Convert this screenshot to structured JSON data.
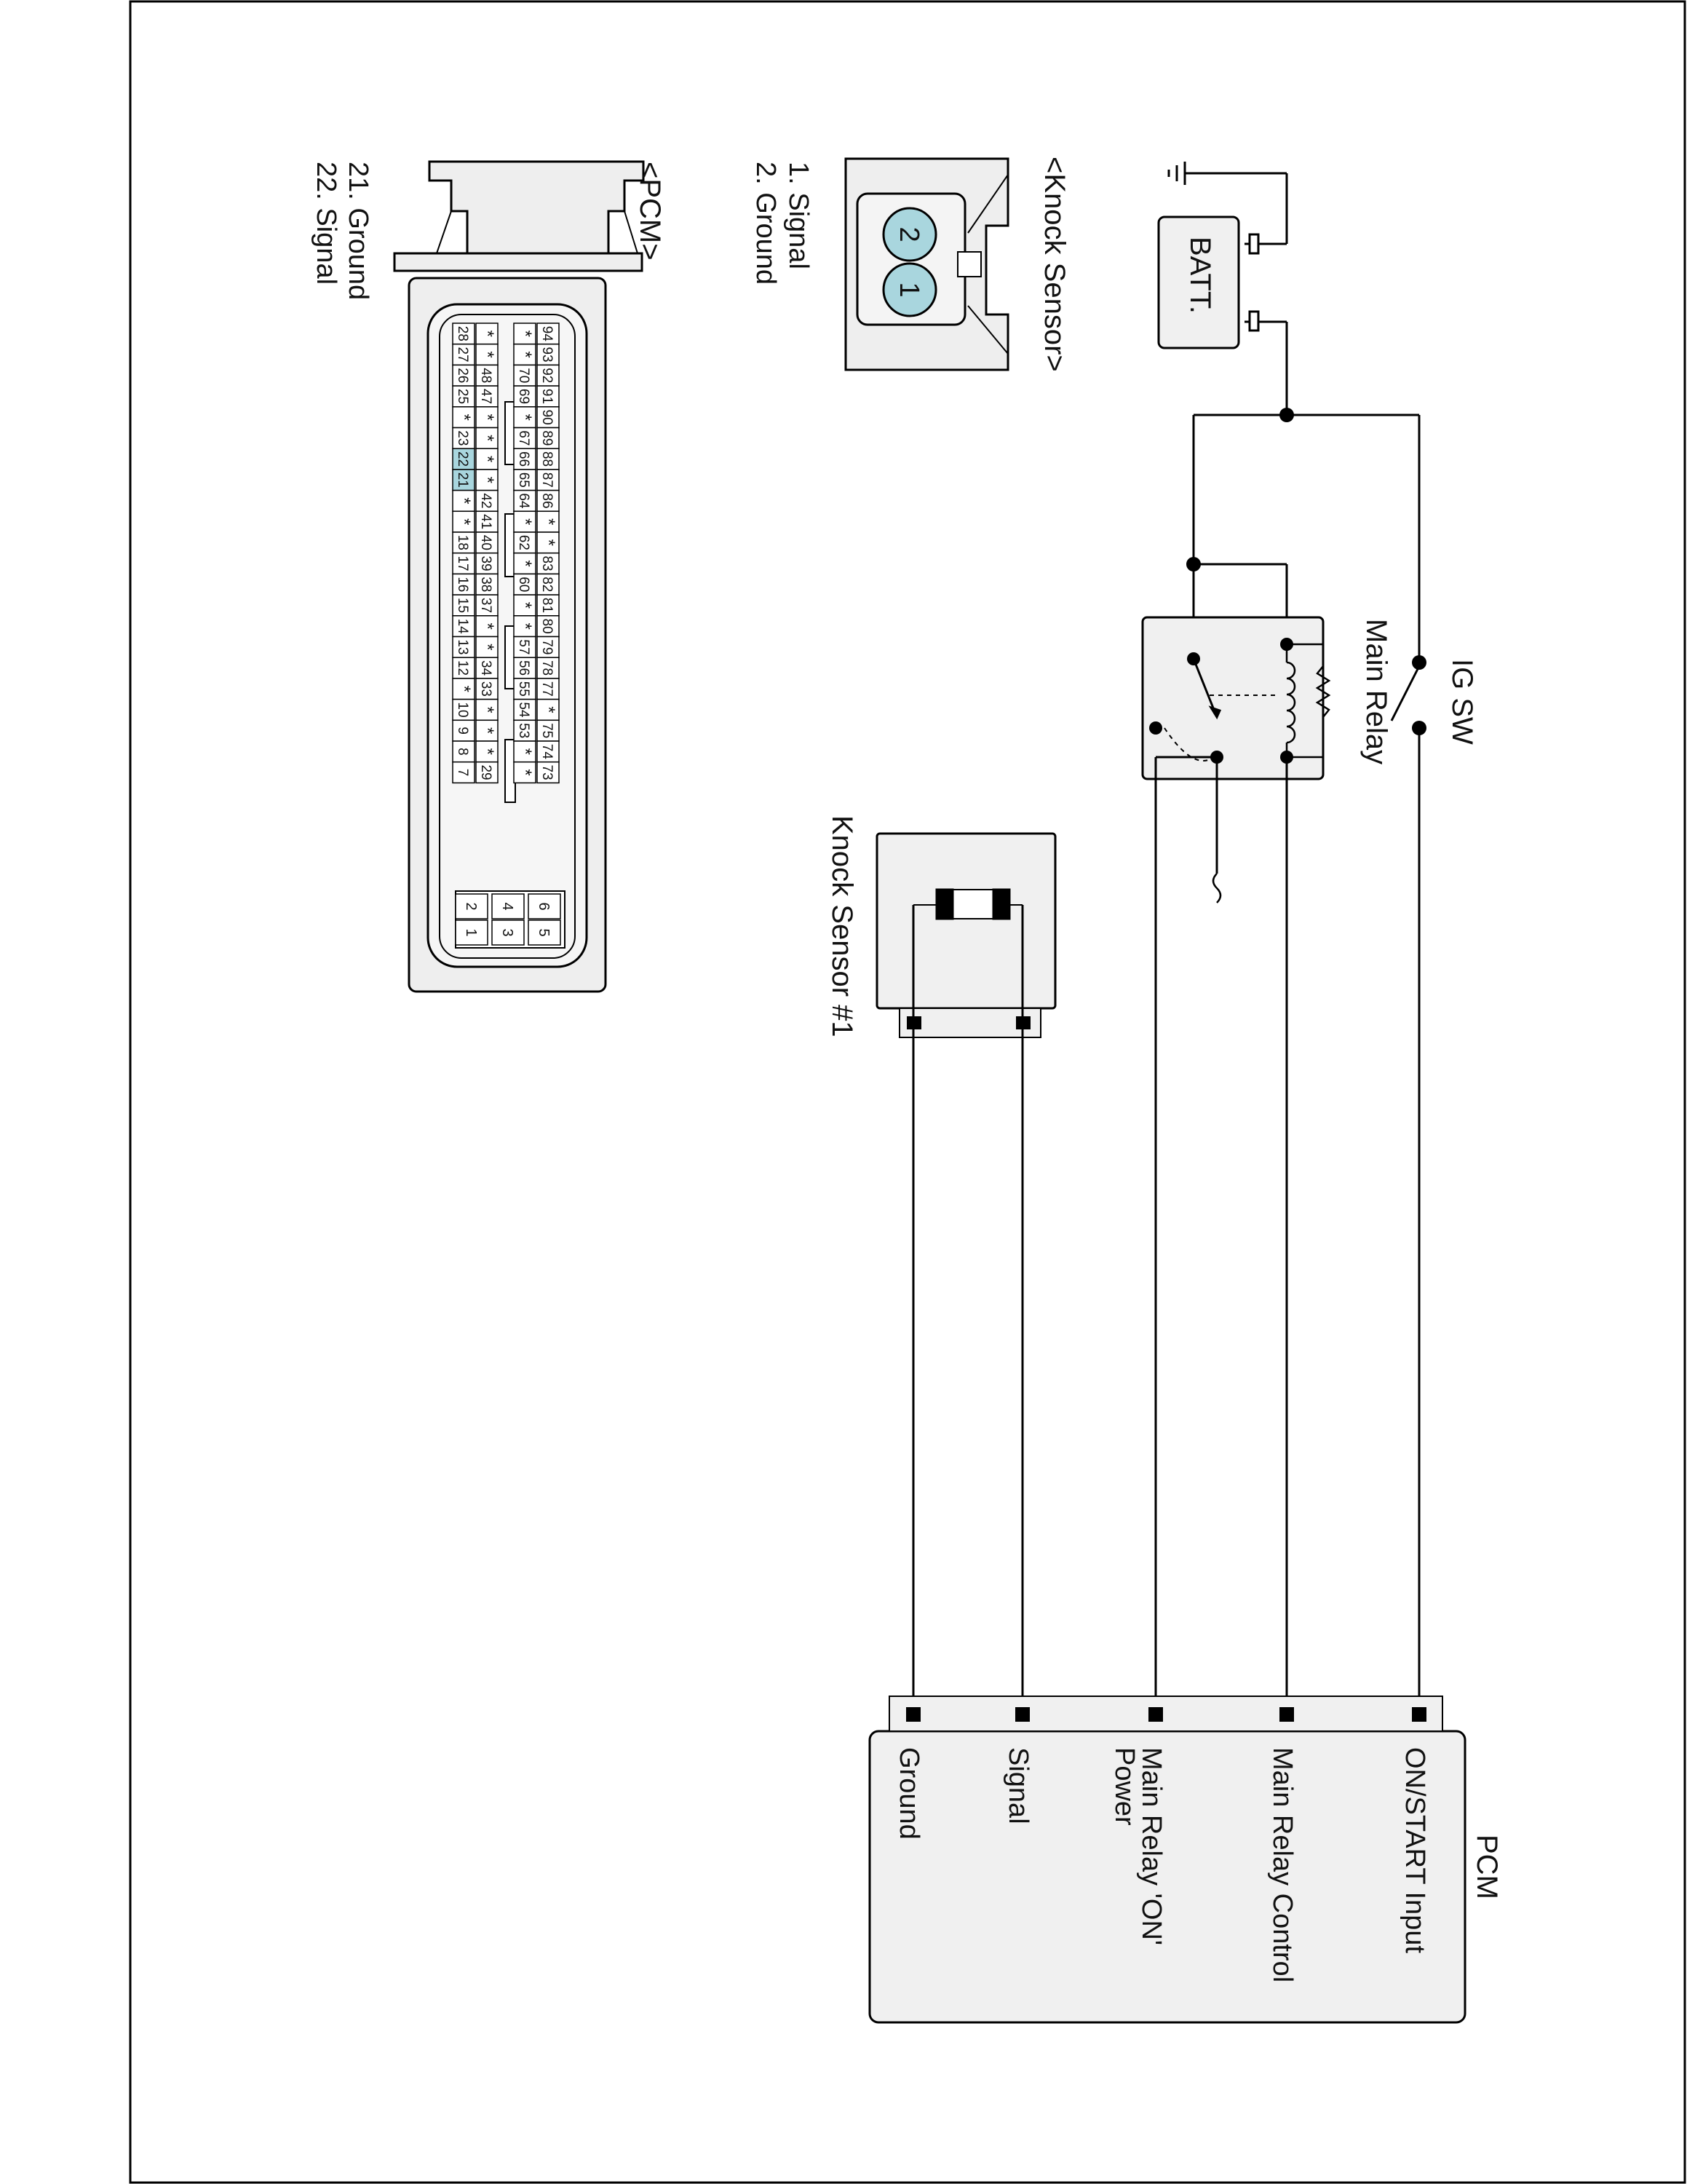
{
  "labels": {
    "ig_sw": "IG SW",
    "main_relay": "Main Relay",
    "batt": "BATT.",
    "batt_minus": "-",
    "batt_plus": "+",
    "knock_sensor_component": "Knock Sensor #1",
    "pcm_title": "PCM"
  },
  "pcm_pins": [
    "ON/START Input",
    "Main Relay Control",
    "Main Relay 'ON'",
    "Power",
    "Signal",
    "Ground"
  ],
  "knock_connector": {
    "title": "<Knock Sensor>",
    "legend": [
      "1. Signal",
      "2. Ground"
    ],
    "pin_numbers": [
      "1",
      "2"
    ]
  },
  "pcm_connector": {
    "title": "<PCM>",
    "legend": [
      "21. Ground",
      "22. Signal"
    ],
    "rows": [
      [
        "94",
        "93",
        "92",
        "91",
        "90",
        "89",
        "88",
        "87",
        "86",
        "*",
        "*",
        "83",
        "82",
        "81",
        "80",
        "79",
        "78",
        "77",
        "*",
        "75",
        "74",
        "73"
      ],
      [
        "*",
        "*",
        "70",
        "69",
        "*",
        "67",
        "66",
        "65",
        "64",
        "*",
        "62",
        "*",
        "60",
        "*",
        "*",
        "57",
        "56",
        "55",
        "54",
        "53",
        "*",
        "*"
      ],
      [
        "*",
        "*",
        "48",
        "47",
        "*",
        "*",
        "*",
        "*",
        "42",
        "41",
        "40",
        "39",
        "38",
        "37",
        "*",
        "*",
        "34",
        "33",
        "*",
        "*",
        "*",
        "29"
      ],
      [
        "28",
        "27",
        "26",
        "25",
        "*",
        "23",
        "22",
        "21",
        "*",
        "*",
        "18",
        "17",
        "16",
        "15",
        "14",
        "13",
        "12",
        "*",
        "10",
        "9",
        "8",
        "7"
      ]
    ],
    "small_block": [
      [
        "6",
        "5"
      ],
      [
        "4",
        "3"
      ],
      [
        "2",
        "1"
      ]
    ],
    "highlight_pins": [
      "21",
      "22"
    ]
  },
  "colors": {
    "line": "#000000",
    "box_fill": "#f0f0f0",
    "connector_fill": "#e9e9e9",
    "pin_highlight": "#a9d6de",
    "frame": "#000000"
  }
}
